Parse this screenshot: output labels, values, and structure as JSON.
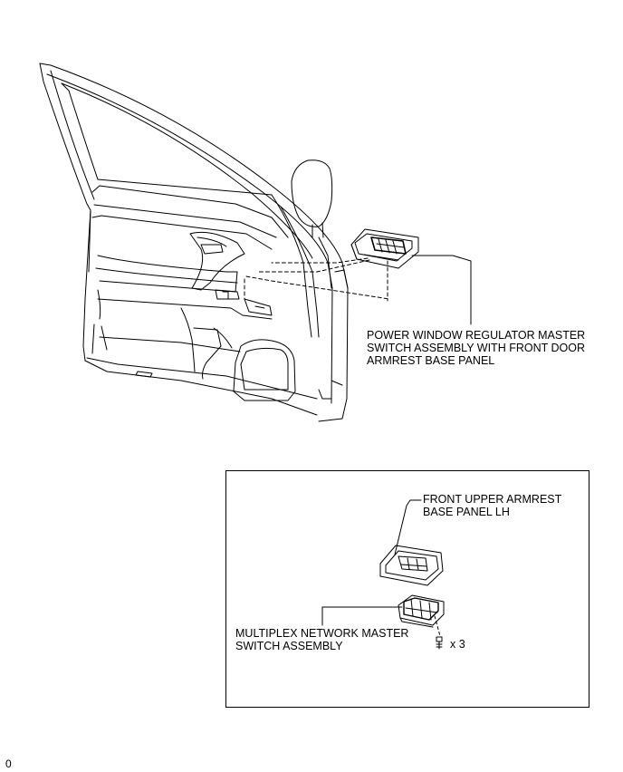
{
  "callouts": {
    "main_switch": {
      "lines": [
        "POWER WINDOW REGULATOR MASTER",
        "SWITCH ASSEMBLY WITH FRONT DOOR",
        "ARMREST BASE PANEL"
      ]
    },
    "armrest_panel": {
      "lines": [
        "FRONT UPPER ARMREST",
        "BASE PANEL LH"
      ]
    },
    "network_switch": {
      "lines": [
        "MULTIPLEX NETWORK MASTER",
        "SWITCH ASSEMBLY"
      ]
    },
    "screws": {
      "quantity": "x 3"
    }
  },
  "footer": {
    "code": "0"
  }
}
